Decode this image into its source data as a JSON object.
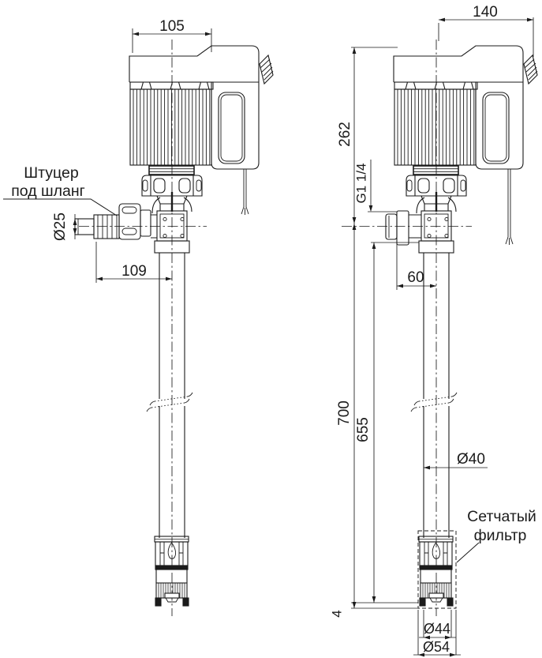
{
  "front": {
    "motor_width": "105",
    "hose_label_line1": "Штуцер",
    "hose_label_line2": "под шланг",
    "hose_spigot_diameter": "Ø25",
    "outlet_offset": "109"
  },
  "side": {
    "motor_depth": "140",
    "head_height": "262",
    "outlet_thread": "G1 1/4",
    "outlet_offset": "60",
    "tube_length_overall": "700",
    "tube_length": "655",
    "tube_diameter": "Ø40",
    "filter_label_line1": "Сетчатый",
    "filter_label_line2": "фильтр",
    "foot_clearance": "4",
    "filter_diameter_inner": "Ø44",
    "filter_diameter_outer": "Ø54"
  },
  "colors": {
    "line": "#1b1b1b",
    "background": "#ffffff"
  }
}
